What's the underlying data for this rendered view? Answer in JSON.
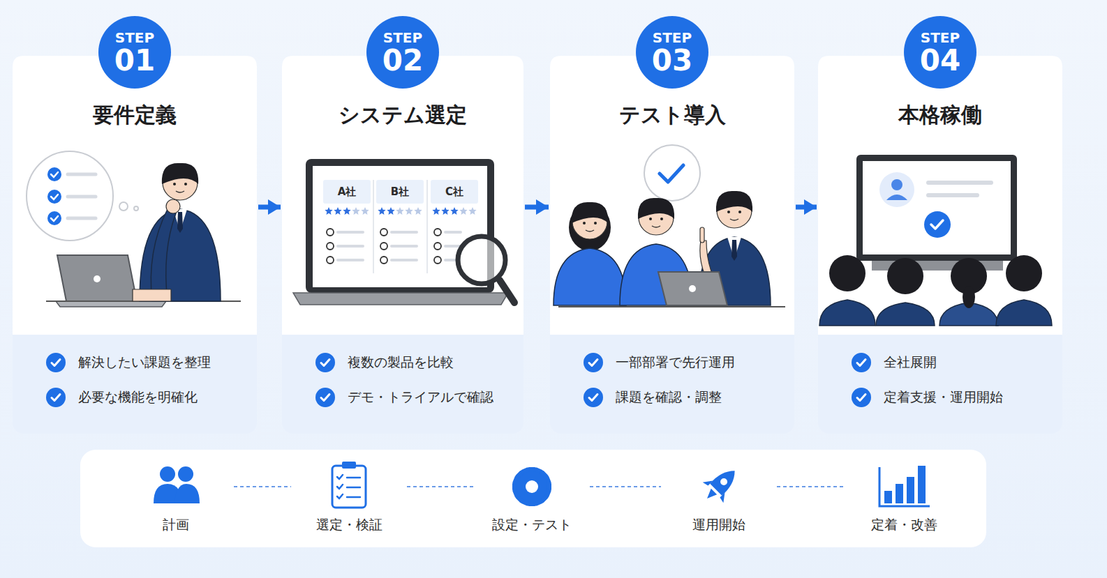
{
  "diagram": {
    "nodes": [
      {
        "text": [
          "要件定義",
          "解決したい課題を整理",
          "必要な機能を明確化"
        ]
      },
      {
        "text": [
          "STEP",
          "01"
        ],
        "in": 0
      },
      {
        "text": [
          "システム選定",
          "複数の製品を比較",
          "デモ・トライアルで確認"
        ]
      },
      {
        "text": [
          "STEP",
          "02"
        ],
        "in": 2
      },
      {
        "text": [
          "テスト導入",
          "一部部署で先行運用",
          "課題を確認・調整"
        ]
      },
      {
        "text": [
          "STEP",
          "03"
        ],
        "in": 4
      },
      {
        "text": [
          "本格稼働",
          "全社展開",
          "定着支援・運用開始"
        ]
      },
      {
        "text": [
          "STEP",
          "04"
        ],
        "in": 6
      },
      {
        "text": [
          "計画"
        ]
      },
      {
        "text": [
          "選定・検証"
        ]
      },
      {
        "text": [
          "設定・テスト"
        ]
      },
      {
        "text": [
          "運用開始"
        ]
      },
      {
        "text": [
          "定着・改善"
        ]
      }
    ],
    "edges": [
      {
        "from": 0,
        "to": 2,
        "arrow": "to"
      },
      {
        "from": 2,
        "to": 4,
        "arrow": "to"
      },
      {
        "from": 4,
        "to": 6,
        "arrow": "to"
      },
      {
        "from": 8,
        "to": 9,
        "arrow": "none"
      },
      {
        "from": 9,
        "to": 10,
        "arrow": "none"
      },
      {
        "from": 10,
        "to": 11,
        "arrow": "none"
      },
      {
        "from": 11,
        "to": 12,
        "arrow": "none"
      }
    ],
    "labels": [
      "A社",
      "B社",
      "C社"
    ]
  }
}
